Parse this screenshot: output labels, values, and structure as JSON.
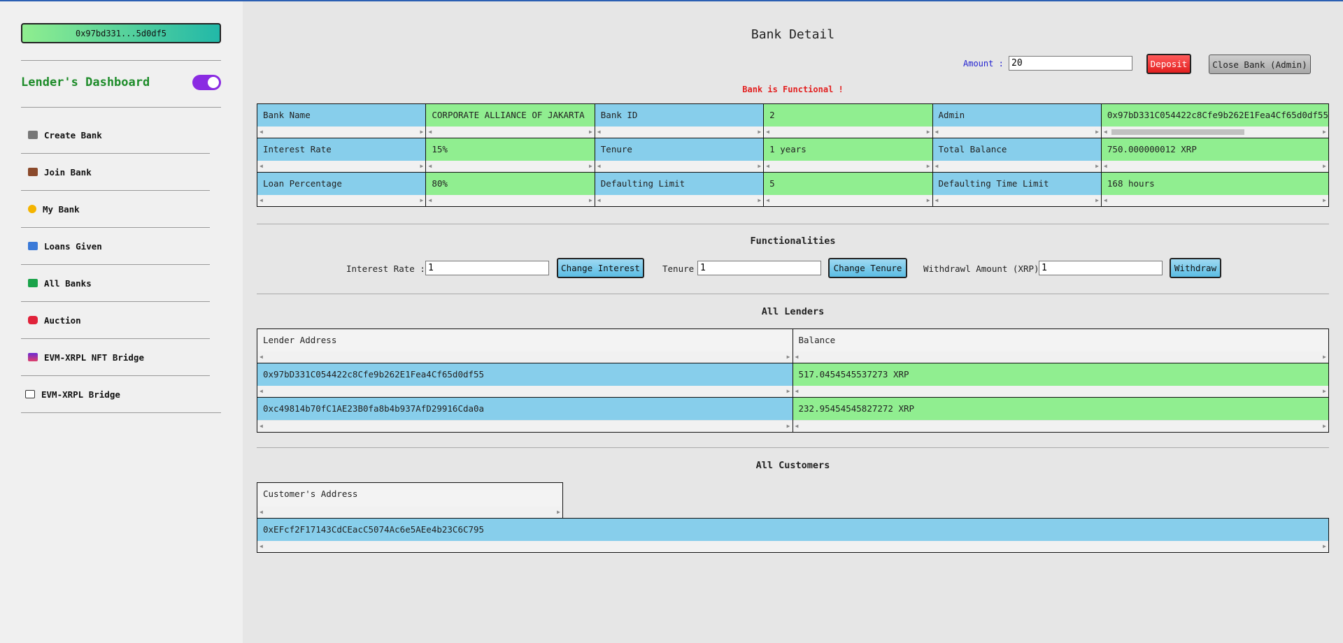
{
  "sidebar": {
    "wallet_address": "0x97bd331...5d0df5",
    "dashboard_title": "Lender's Dashboard",
    "items": [
      {
        "label": "Create Bank"
      },
      {
        "label": "Join Bank"
      },
      {
        "label": "My Bank"
      },
      {
        "label": "Loans Given"
      },
      {
        "label": "All Banks"
      },
      {
        "label": "Auction"
      },
      {
        "label": "EVM-XRPL NFT Bridge"
      },
      {
        "label": "EVM-XRPL Bridge"
      }
    ]
  },
  "header": {
    "title": "Bank Detail",
    "amount_label": "Amount :",
    "amount_value": "20",
    "deposit_label": "Deposit",
    "close_bank_label": "Close Bank (Admin)",
    "status": "Bank is Functional !"
  },
  "details": [
    {
      "label": "Bank Name",
      "value": "CORPORATE ALLIANCE OF JAKARTA"
    },
    {
      "label": "Bank ID",
      "value": "2"
    },
    {
      "label": "Admin",
      "value": "0x97bD331C054422c8Cfe9b262E1Fea4Cf65d0df55"
    },
    {
      "label": "Interest Rate",
      "value": "15%"
    },
    {
      "label": "Tenure",
      "value": "1 years"
    },
    {
      "label": "Total Balance",
      "value": "750.000000012 XRP"
    },
    {
      "label": "Loan Percentage",
      "value": "80%"
    },
    {
      "label": "Defaulting Limit",
      "value": "5"
    },
    {
      "label": "Defaulting Time Limit",
      "value": "168 hours"
    }
  ],
  "functionalities": {
    "title": "Functionalities",
    "interest_label": "Interest Rate :",
    "interest_value": "1",
    "change_interest_label": "Change Interest",
    "tenure_label": "Tenure",
    "tenure_value": "1",
    "change_tenure_label": "Change Tenure",
    "withdraw_label": "Withdrawl Amount (XRP)",
    "withdraw_value": "1",
    "withdraw_button": "Withdraw"
  },
  "lenders": {
    "title": "All Lenders",
    "columns": [
      "Lender Address",
      "Balance"
    ],
    "rows": [
      {
        "address": "0x97bD331C054422c8Cfe9b262E1Fea4Cf65d0df55",
        "balance": "517.0454545537273 XRP"
      },
      {
        "address": "0xc49814b70fC1AE23B0fa8b4b937AfD29916Cda0a",
        "balance": "232.95454545827272 XRP"
      }
    ]
  },
  "customers": {
    "title": "All Customers",
    "column": "Customer's Address",
    "rows": [
      "0xEFcf2F17143CdCEacC5074Ac6e5AEe4b23C6C795"
    ]
  },
  "colors": {
    "label_bg": "#87ceeb",
    "value_bg": "#90ee90",
    "accent_purple": "#8a2be2",
    "status_red": "#e21f1f",
    "title_green": "#1e8c2a"
  }
}
